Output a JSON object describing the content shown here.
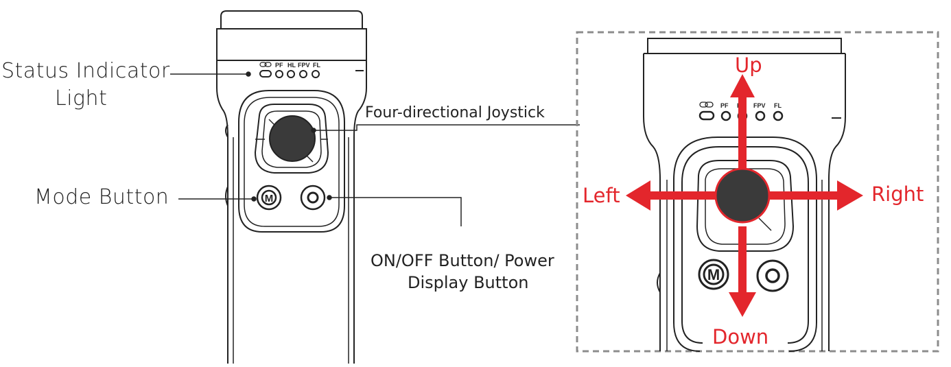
{
  "labels": {
    "status_line1": "Status Indicator",
    "status_line2": "Light",
    "joystick": "Four-directional Joystick",
    "mode": "Mode Button",
    "onoff_line1": "ON/OFF Button/ Power",
    "onoff_line2": "Display Button"
  },
  "indicators": [
    "PF",
    "HL",
    "FPV",
    "FL"
  ],
  "indicators_zoom": [
    "PF",
    "HL",
    "FPV",
    "FL"
  ],
  "buttons": {
    "mode_glyph": "M",
    "power_glyph": "O"
  },
  "directions": {
    "up": "Up",
    "down": "Down",
    "left": "Left",
    "right": "Right"
  },
  "colors": {
    "line": "#222222",
    "arrow": "#e3262c",
    "joystick": "#3a3a3a",
    "dashed_box": "#8c8c8c"
  }
}
